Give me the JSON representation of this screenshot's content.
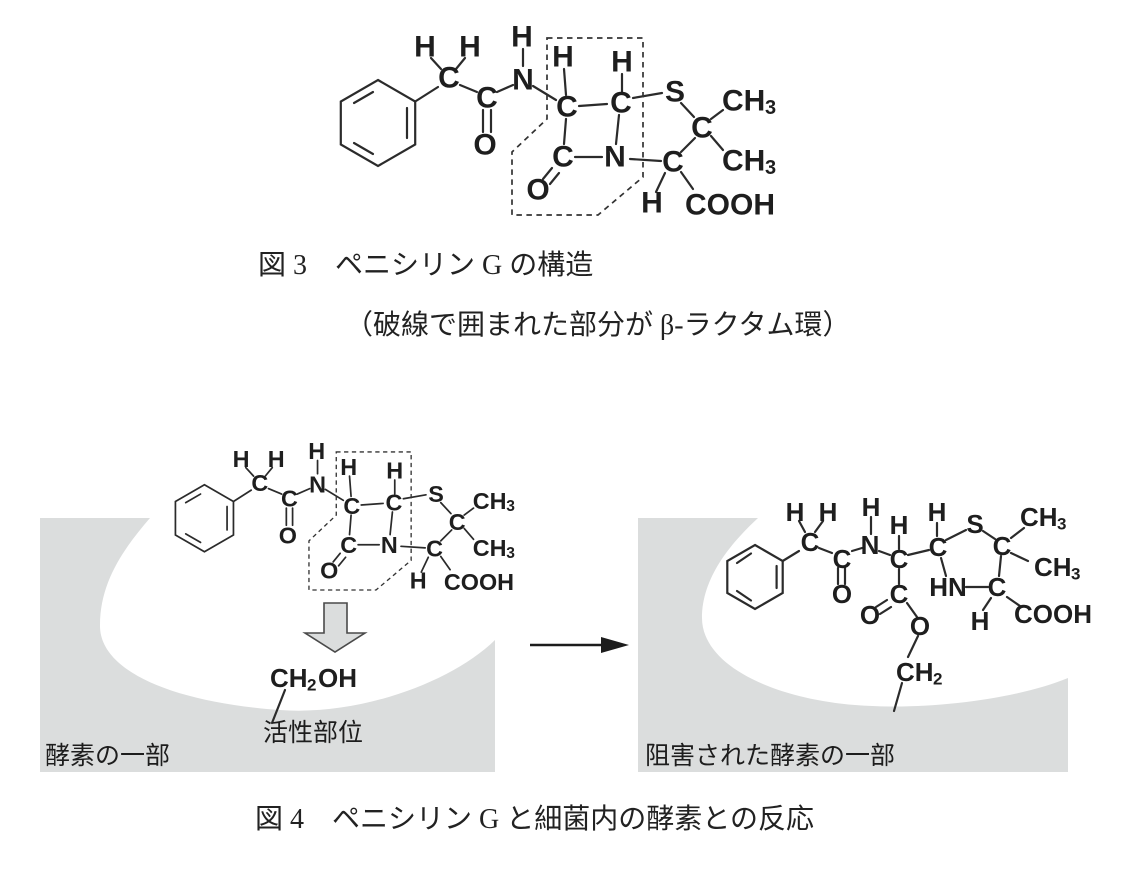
{
  "figure3": {
    "caption": "図 3　ペニシリン G の構造",
    "caption_note": "（破線で囲まれた部分が β-ラクタム環）"
  },
  "figure4": {
    "caption": "図 4　ペニシリン G と細菌内の酵素との反応",
    "enzyme_label": "酵素の一部",
    "active_site_label": "活性部位",
    "inhibited_enzyme_label": "阻害された酵素の一部"
  },
  "labels": {
    "c": "C",
    "h": "H",
    "n": "N",
    "o": "O",
    "s": "S",
    "hn": "HN",
    "ch": "CH",
    "oh": "OH",
    "cooh": "COOH",
    "sub2": "2",
    "sub3": "3"
  },
  "colors": {
    "enzyme_gray": "#dbdddd",
    "bond": "#2b2b2b",
    "text": "#222222"
  }
}
